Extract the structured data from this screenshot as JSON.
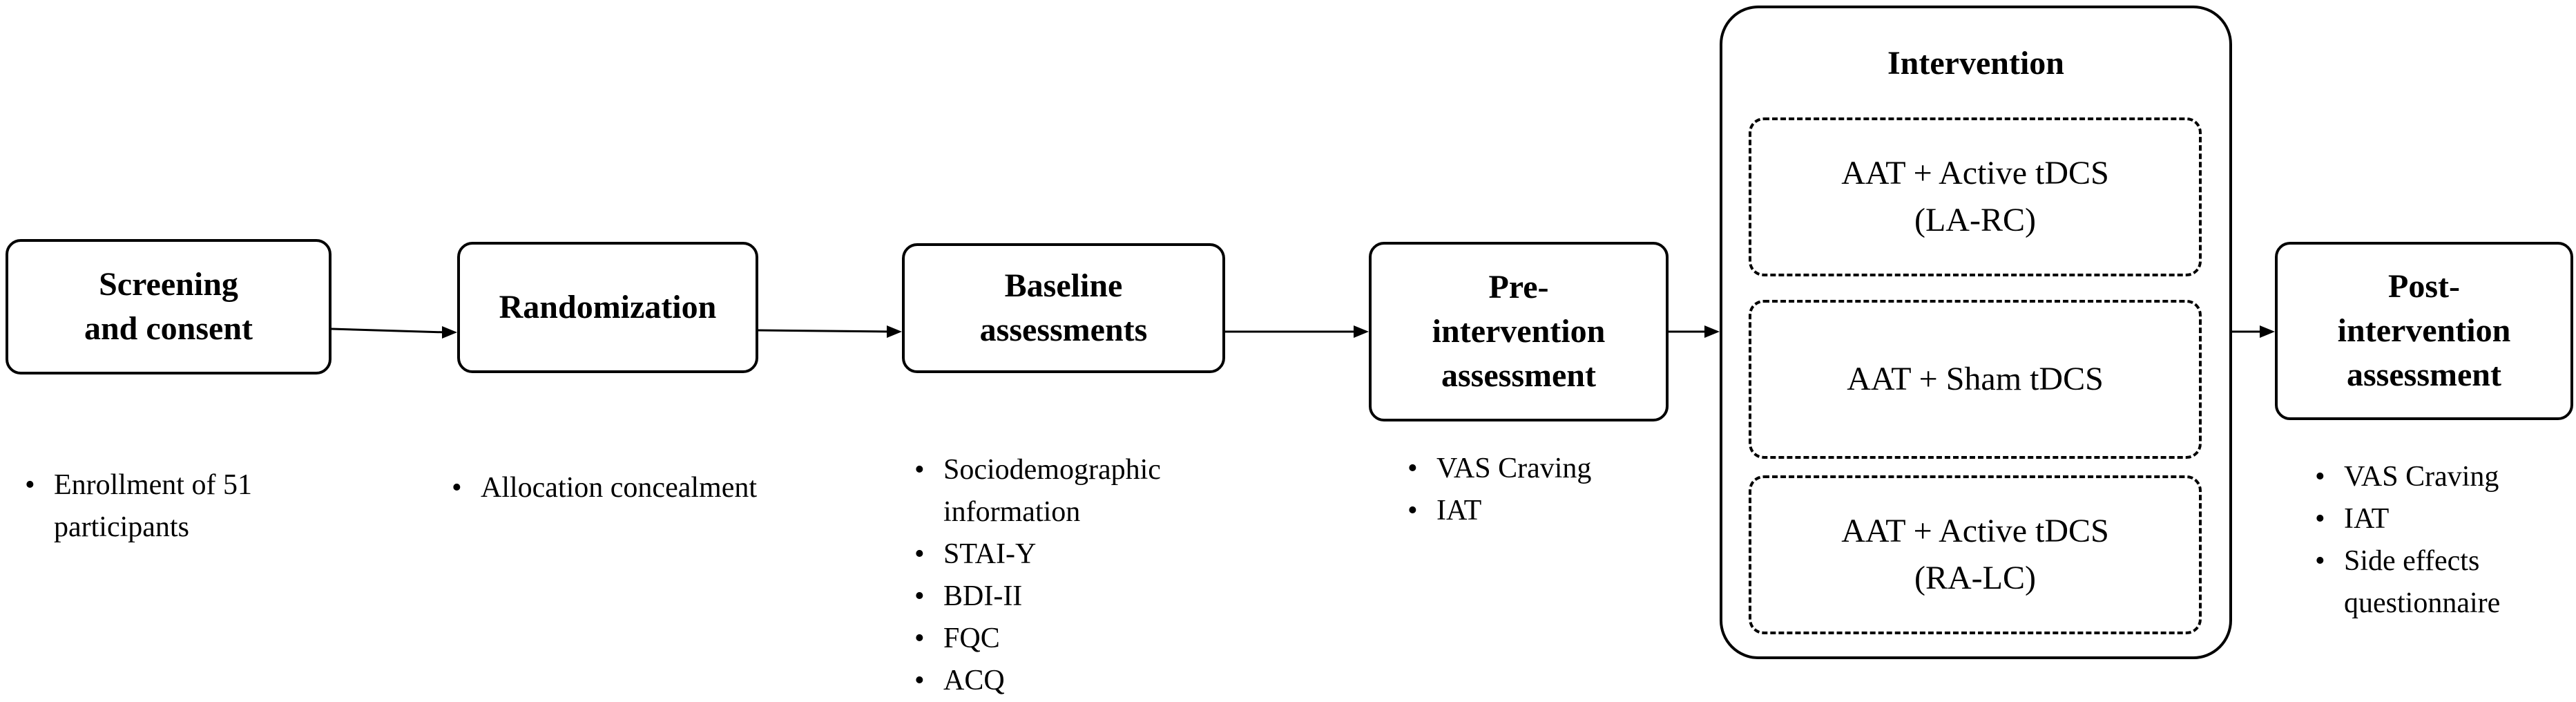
{
  "steps": [
    {
      "title": "Screening\nand consent",
      "bullets": [
        "Enrollment of 51\nparticipants"
      ]
    },
    {
      "title": "Randomization",
      "bullets": [
        "Allocation concealment"
      ]
    },
    {
      "title": "Baseline\nassessments",
      "bullets": [
        "Sociodemographic\ninformation",
        "STAI-Y",
        "BDI-II",
        "FQC",
        "ACQ"
      ]
    },
    {
      "title": "Pre-\nintervention\nassessment",
      "bullets": [
        "VAS Craving",
        "IAT"
      ]
    },
    {
      "title": "Post-\nintervention\nassessment",
      "bullets": [
        "VAS Craving",
        "IAT",
        "Side effects\nquestionnaire"
      ]
    }
  ],
  "intervention": {
    "title": "Intervention",
    "arms": [
      "AAT + Active tDCS\n(LA-RC)",
      "AAT + Sham tDCS",
      "AAT + Active tDCS\n(RA-LC)"
    ]
  }
}
